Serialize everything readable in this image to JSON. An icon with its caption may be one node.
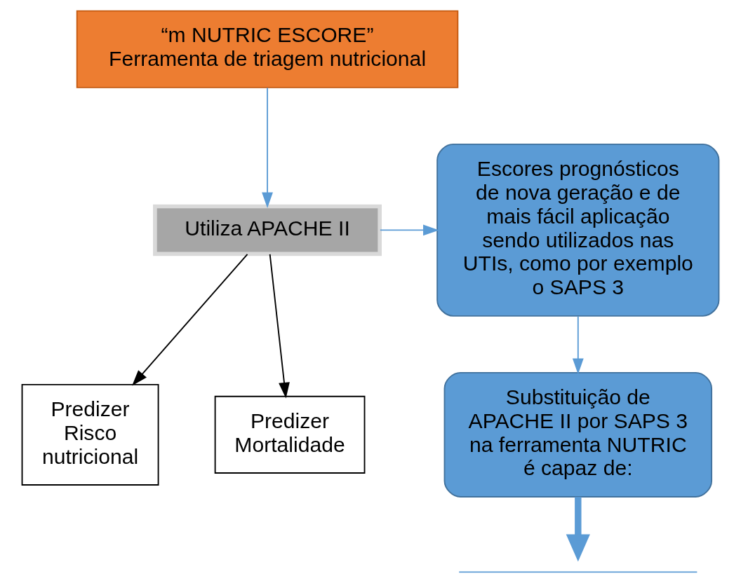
{
  "diagram": {
    "nodes": [
      {
        "text": [
          "“m NUTRIC ESCORE”",
          "Ferramenta de triagem nutricional"
        ]
      },
      {
        "text": [
          "Utiliza APACHE II"
        ]
      },
      {
        "text": [
          "Escores prognósticos de nova geração e de mais fácil aplicação sendo utilizados nas UTIs, como por exemplo o SAPS 3"
        ]
      },
      {
        "text": [
          "Predizer Risco nutricional"
        ]
      },
      {
        "text": [
          "Predizer Mortalidade"
        ]
      },
      {
        "text": [
          "Substituição de APACHE II por SAPS 3 na ferramenta NUTRIC é capaz de:"
        ]
      },
      {
        "text": [],
        "shape": "bracket"
      }
    ],
    "edges": [
      {
        "from": 0,
        "to": 1,
        "arrow": "to"
      },
      {
        "from": 1,
        "to": 2,
        "arrow": "to"
      },
      {
        "from": 1,
        "to": 3,
        "arrow": "to",
        "color": "#000000"
      },
      {
        "from": 1,
        "to": 4,
        "arrow": "to",
        "color": "#000000"
      },
      {
        "from": 2,
        "to": 5,
        "arrow": "to"
      },
      {
        "from": 5,
        "to": 6,
        "arrow": "to",
        "style": "thick"
      }
    ]
  }
}
